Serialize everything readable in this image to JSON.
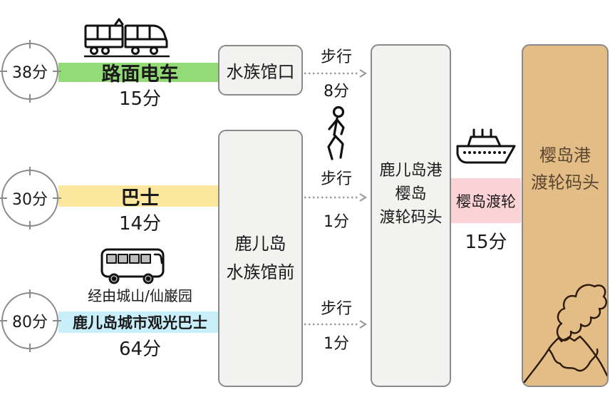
{
  "clocks": [
    {
      "total": "38分"
    },
    {
      "total": "30分"
    },
    {
      "total": "80分"
    }
  ],
  "routes": {
    "tram": {
      "name": "路面电车",
      "duration": "15分",
      "bar_color": "#93DB77"
    },
    "bus": {
      "name": "巴士",
      "duration": "14分",
      "bar_color": "#FBE79D"
    },
    "sightseeing_bus": {
      "via": "经由城山/仙巌园",
      "name": "鹿儿岛城市观光巴士",
      "duration": "64分",
      "bar_color": "#C9EFFA"
    }
  },
  "stations": {
    "aquarium_entrance": "水族馆口",
    "aquarium_front": [
      "鹿儿岛",
      "水族馆前"
    ],
    "kagoshima_port": [
      "鹿儿岛港",
      "樱岛",
      "渡轮码头"
    ],
    "sakurajima_port": [
      "樱岛港",
      "渡轮码头"
    ]
  },
  "walks": [
    {
      "label": "步行",
      "duration": "8分"
    },
    {
      "label": "步行",
      "duration": "1分"
    },
    {
      "label": "步行",
      "duration": "1分"
    }
  ],
  "ferry": {
    "name": "樱岛渡轮",
    "duration": "15分",
    "bar_color": "#FBD3D6"
  },
  "icons": {
    "tram": "tram-icon",
    "bus": "bus-icon",
    "ferry": "ship-icon",
    "walk": "walking-person-icon",
    "clock": "clock-icon",
    "volcano": "volcano-sketch"
  },
  "colors": {
    "tram_bar": "#93DB77",
    "bus_bar": "#FBE79D",
    "sightseeing_bar": "#C9EFFA",
    "ferry_bar": "#FBD3D6",
    "destination_box_fill": "#E3BD85",
    "destination_text": "#5B4632",
    "station_box_fill": "#F2F2F0",
    "outline_gray": "#8A8A8A",
    "arrow_gray": "#9A9A9A"
  }
}
